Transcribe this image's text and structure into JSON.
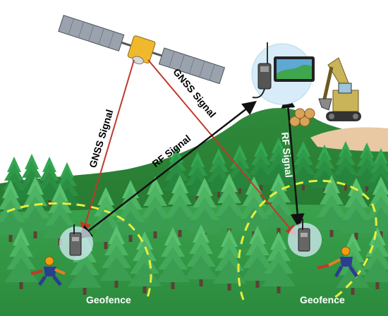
{
  "labels": {
    "gnss_signal_left": "GNSS Signal",
    "gnss_signal_right": "GNSS Signal",
    "rf_signal_center": "RF Signal",
    "rf_signal_right": "RF Signal",
    "geofence_left": "Geofence",
    "geofence_right": "Geofence"
  },
  "colors": {
    "gnss_line": "#c0392b",
    "rf_line": "#111111",
    "geofence": "#e8ef3c",
    "hill": "#2e7d32",
    "tree": "#2f9a4a",
    "tree_light": "#59c06f"
  },
  "icons": [
    "satellite-icon",
    "handheld-radio-icon",
    "tablet-map-icon",
    "excavator-icon",
    "log-pile-icon",
    "gps-collar-device-icon",
    "forest-worker-icon"
  ]
}
